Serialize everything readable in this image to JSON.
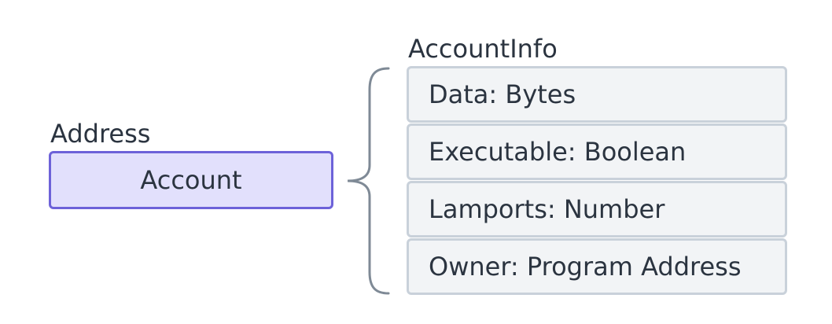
{
  "labels": {
    "address": "Address",
    "account_info": "AccountInfo"
  },
  "account": {
    "label": "Account"
  },
  "account_info": {
    "fields": [
      "Data: Bytes",
      "Executable: Boolean",
      "Lamports: Number",
      "Owner: Program Address"
    ]
  },
  "colors": {
    "account_fill": "#e2e0fc",
    "account_border": "#6d62d9",
    "field_fill": "#f2f4f6",
    "field_border": "#c9d1da",
    "brace": "#7f8a96",
    "text": "#2b3440"
  }
}
